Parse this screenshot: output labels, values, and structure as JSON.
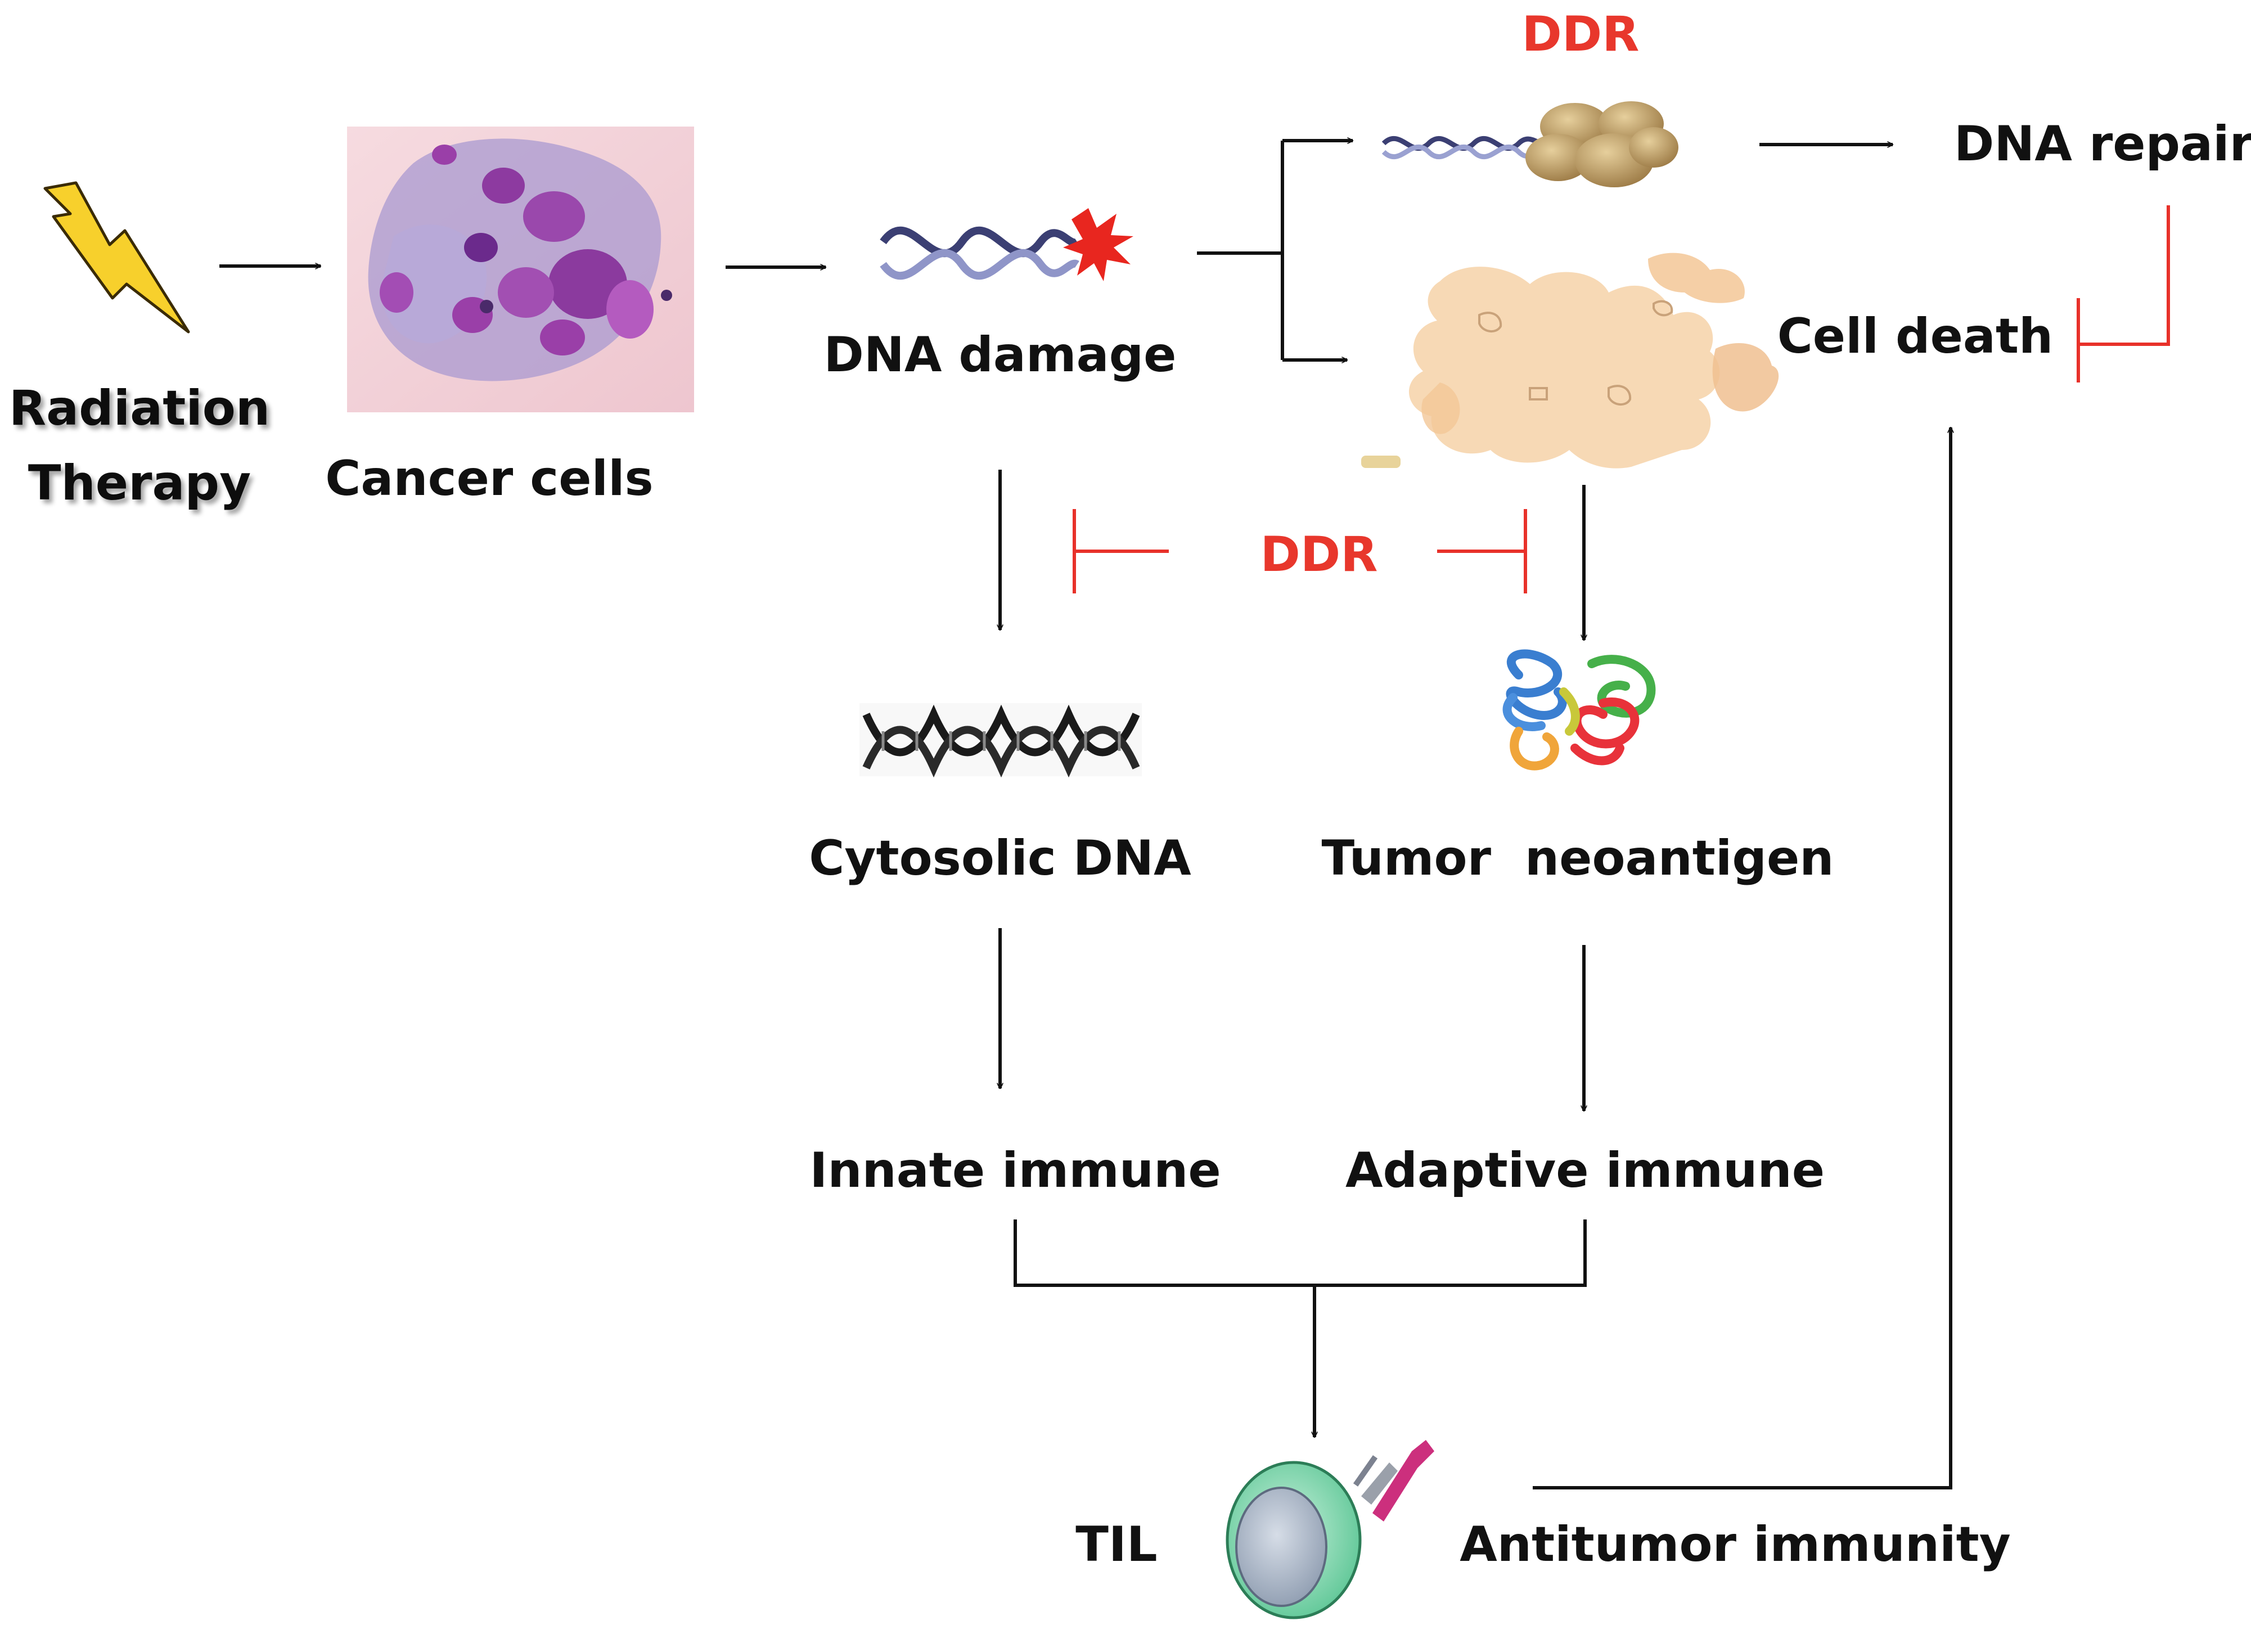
{
  "labels": {
    "radiation_line1": "Radiation",
    "radiation_line2": "Therapy",
    "cancer_cells": "Cancer cells",
    "dna_damage": "DNA damage",
    "ddr_top": "DDR",
    "dna_repair": "DNA repair",
    "cell_death": "Cell death",
    "ddr_middle": "DDR",
    "cytosolic_dna": "Cytosolic DNA",
    "tumor_neoantigen": "Tumor  neoantigen",
    "innate_immune": "Innate immune",
    "adaptive_immune": "Adaptive immune",
    "til": "TIL",
    "antitumor_immunity": "Antitumor immunity"
  },
  "colors": {
    "arrow": "#111111",
    "inhibition": "#e8312a",
    "ddr_text": "#e8372c",
    "lightning": "#f7d02c",
    "cell_membrane": "#7fd7b0",
    "protein_complex": "#c8a36a",
    "cancer_cell_bg": "#f2cfd6",
    "nucleus": "#9a3fa8"
  },
  "icons": {
    "radiation": "lightning-bolt-icon",
    "cancer_cells": "cancer-cell-micrograph",
    "dna_damage": "damaged-dna-helix-icon",
    "ddr_protein": "dna-repair-complex-icon",
    "dying_cells": "fragmented-cell-icon",
    "cytosolic_dna": "dna-double-helix-icon",
    "neoantigen": "folded-protein-icon",
    "til": "t-cell-receptor-icon"
  }
}
